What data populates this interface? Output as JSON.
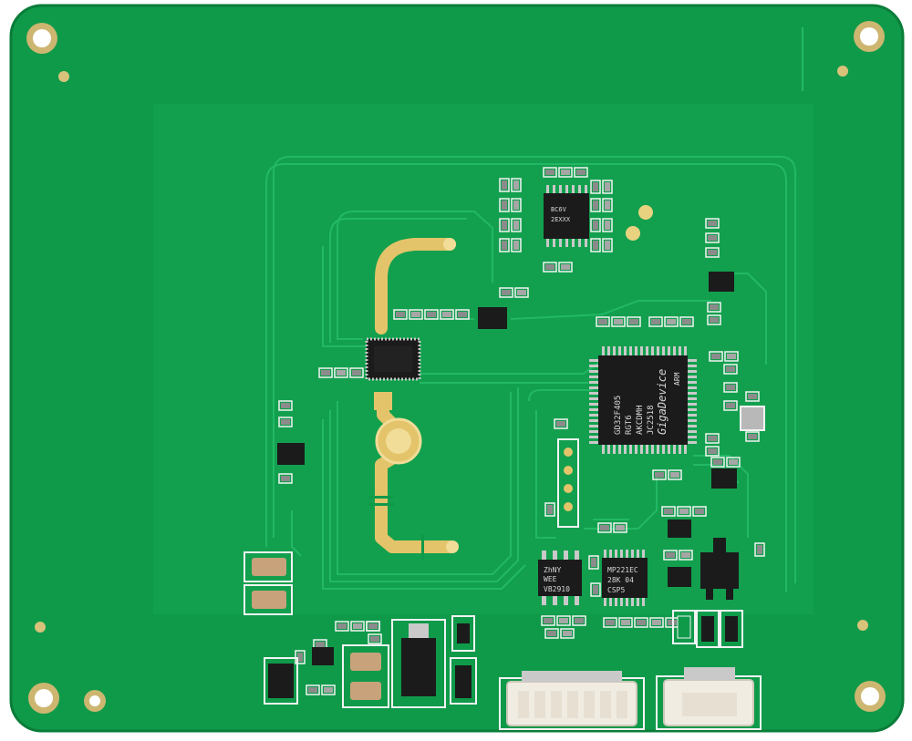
{
  "colors": {
    "board": "#0f9a4a",
    "board_dark": "#0b8a40",
    "board_inner": "#15a553",
    "trace": "#1fb862",
    "gold": "#e3c46a",
    "gold_light": "#f1dc98",
    "silk": "#f3f3f3",
    "chip": "#1b1b1b",
    "pin": "#c9c9c9",
    "connector": "#f1ece2"
  },
  "components": {
    "mcu": {
      "lines": [
        "GD32F405",
        "RGT6",
        "AKCDMH",
        "JC2518",
        "GigaDevice",
        "ARM"
      ]
    },
    "ic_top": {
      "lines": [
        "BC6V",
        "2EXXX"
      ]
    },
    "ic_mid": {
      "lines": [
        "ZhNY",
        "WEE",
        "VB2910"
      ]
    },
    "ic_mp": {
      "lines": [
        "MP221EC",
        "28K 04",
        "CSP5"
      ]
    }
  }
}
